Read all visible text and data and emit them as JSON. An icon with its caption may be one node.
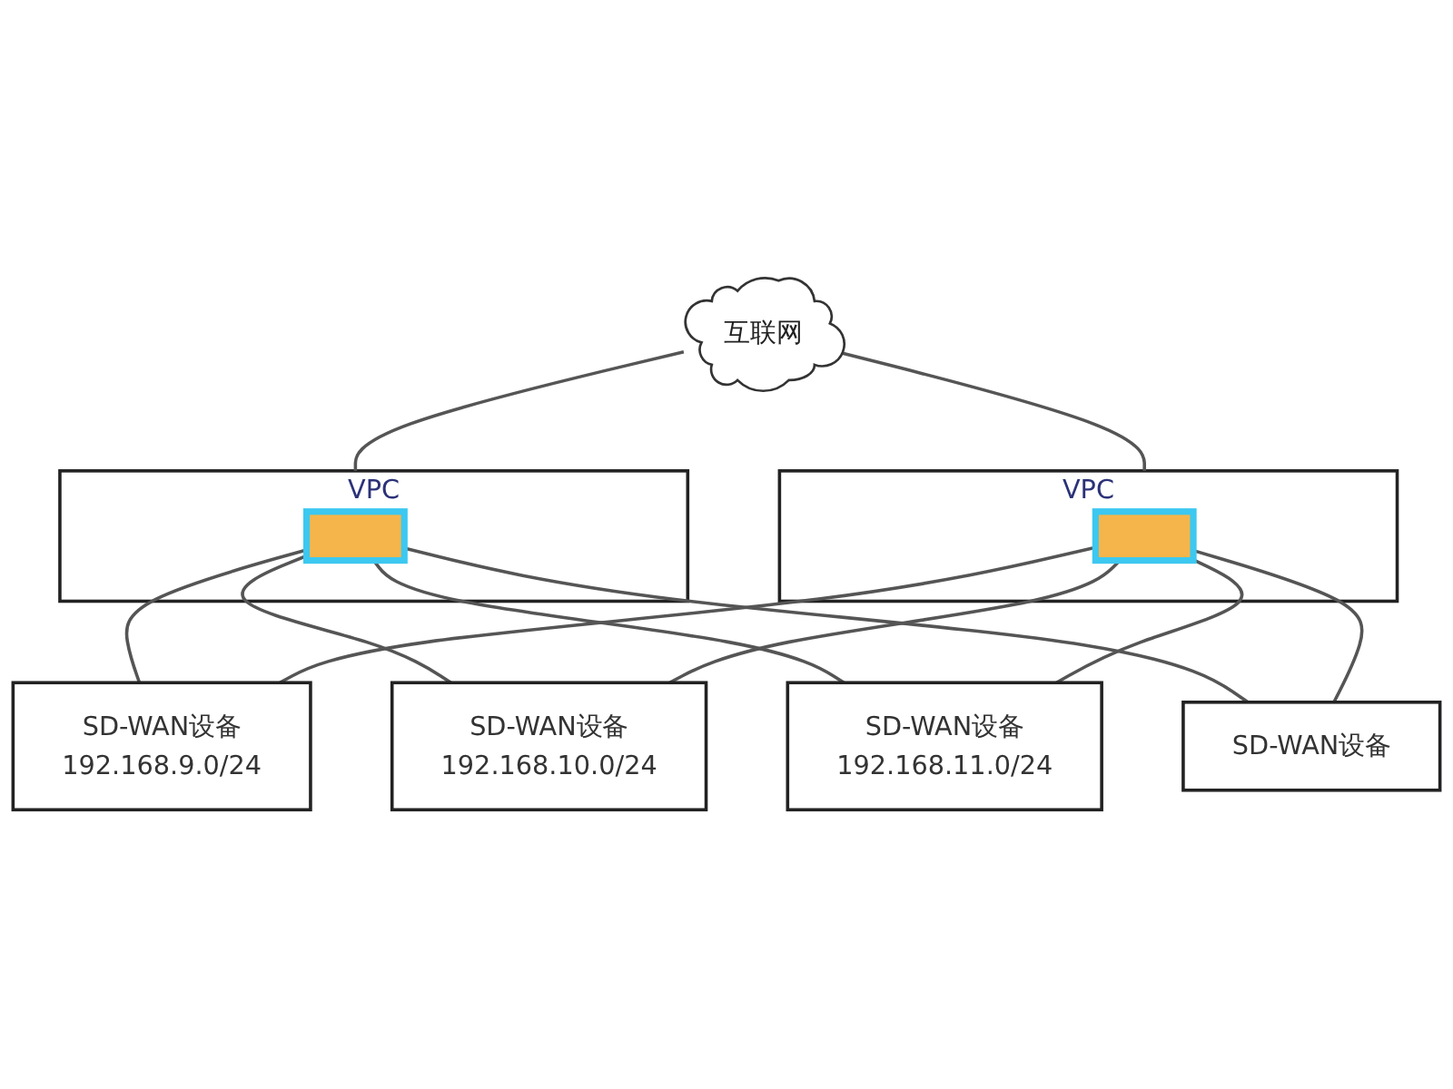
{
  "diagram": {
    "nodes": [
      {
        "text": [
          "互联网"
        ]
      },
      {
        "text": [
          "VPC"
        ]
      },
      {
        "text": [],
        "shape": "box",
        "in": 1
      },
      {
        "text": [
          "VPC"
        ]
      },
      {
        "text": [],
        "shape": "box",
        "in": 3
      },
      {
        "text": [
          "SD-WAN设备",
          "192.168.9.0/24"
        ]
      },
      {
        "text": [
          "SD-WAN设备",
          "192.168.10.0/24"
        ]
      },
      {
        "text": [
          "SD-WAN设备",
          "192.168.11.0/24"
        ]
      },
      {
        "text": [
          "SD-WAN设备"
        ]
      }
    ],
    "edges": [
      {
        "from": 0,
        "to": 1,
        "arrow": "none"
      },
      {
        "from": 0,
        "to": 3,
        "arrow": "none"
      },
      {
        "from": 2,
        "to": 5,
        "arrow": "none"
      },
      {
        "from": 2,
        "to": 6,
        "arrow": "none"
      },
      {
        "from": 2,
        "to": 7,
        "arrow": "none"
      },
      {
        "from": 2,
        "to": 8,
        "arrow": "none"
      },
      {
        "from": 4,
        "to": 5,
        "arrow": "none"
      },
      {
        "from": 4,
        "to": 6,
        "arrow": "none"
      },
      {
        "from": 4,
        "to": 7,
        "arrow": "none"
      },
      {
        "from": 4,
        "to": 8,
        "arrow": "none"
      }
    ]
  }
}
